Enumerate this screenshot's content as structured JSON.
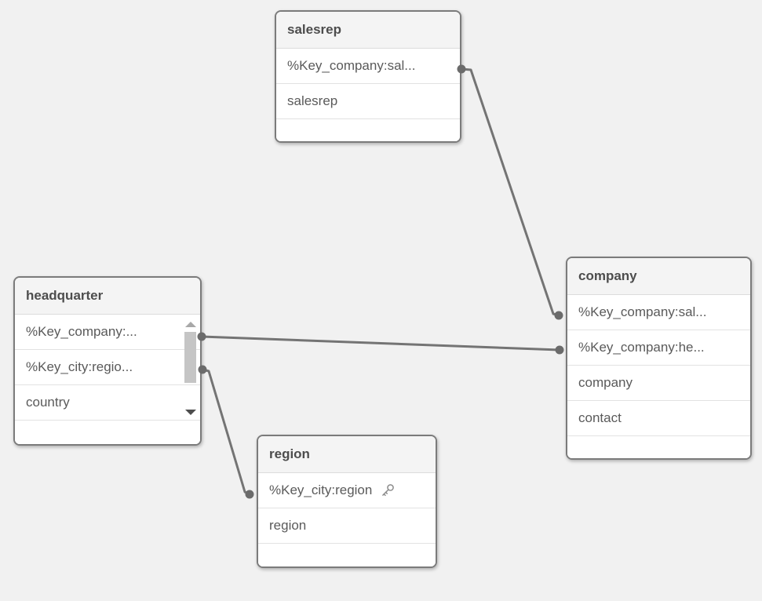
{
  "app": {
    "title": "data-model-viewer"
  },
  "colors": {
    "background": "#f1f1f1",
    "table_background": "#ffffff",
    "header_background": "#f4f4f4",
    "table_border": "#7b7b7b",
    "row_separator": "#e2e2e2",
    "header_text": "#4d4d4d",
    "row_text": "#5a5a5a",
    "connector": "#747474",
    "connector_dot": "#6b6b6b",
    "scroll_thumb": "#c5c5c5"
  },
  "tables": [
    {
      "name": "salesrep",
      "fields": [
        {
          "label": "%Key_company:sal..."
        },
        {
          "label": "salesrep"
        }
      ]
    },
    {
      "name": "company",
      "fields": [
        {
          "label": "%Key_company:sal..."
        },
        {
          "label": "%Key_company:he..."
        },
        {
          "label": "company"
        },
        {
          "label": "contact"
        }
      ]
    },
    {
      "name": "headquarter",
      "has_scrollbar": true,
      "fields": [
        {
          "label": "%Key_company:..."
        },
        {
          "label": "%Key_city:regio..."
        },
        {
          "label": "country"
        }
      ]
    },
    {
      "name": "region",
      "fields": [
        {
          "label": "%Key_city:region",
          "has_key_icon": true
        },
        {
          "label": "region"
        }
      ]
    }
  ],
  "connections": [
    {
      "from": "salesrep.fields.0",
      "to": "company.fields.0"
    },
    {
      "from": "headquarter.fields.0",
      "to": "company.fields.1"
    },
    {
      "from": "headquarter.fields.1",
      "to": "region.fields.0"
    }
  ]
}
